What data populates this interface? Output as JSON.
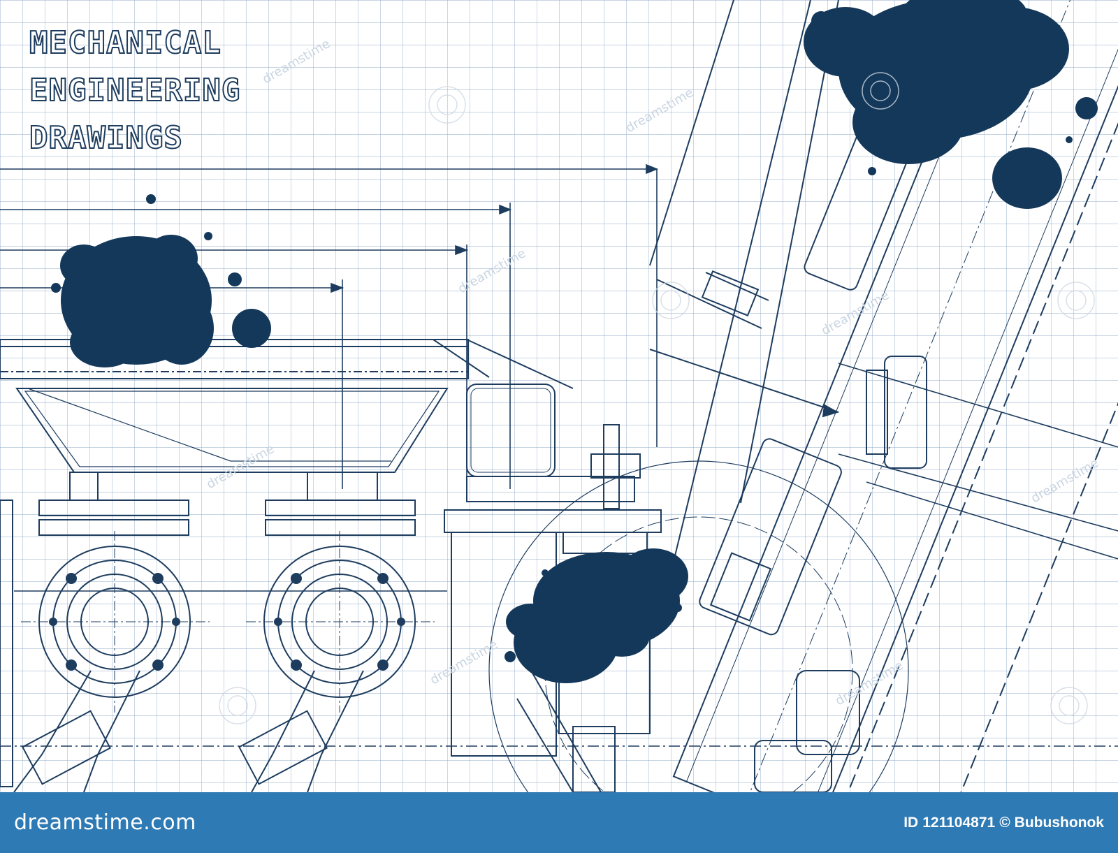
{
  "title": {
    "line1": "MECHANICAL",
    "line2": "ENGINEERING",
    "line3": "DRAWINGS"
  },
  "footer": {
    "brand": "dreamstime.com",
    "id_label": "ID",
    "id_value": "121104871",
    "copyright_symbol": "©",
    "author": "Bubushonok"
  },
  "watermark": "dreamstime",
  "colors": {
    "background": "#ffffff",
    "grid": "#6e8fb3",
    "line": "#1d3c5e",
    "ink_blot": "#14385a",
    "footer": "#2e7ab4",
    "footer_text": "#ffffff"
  }
}
